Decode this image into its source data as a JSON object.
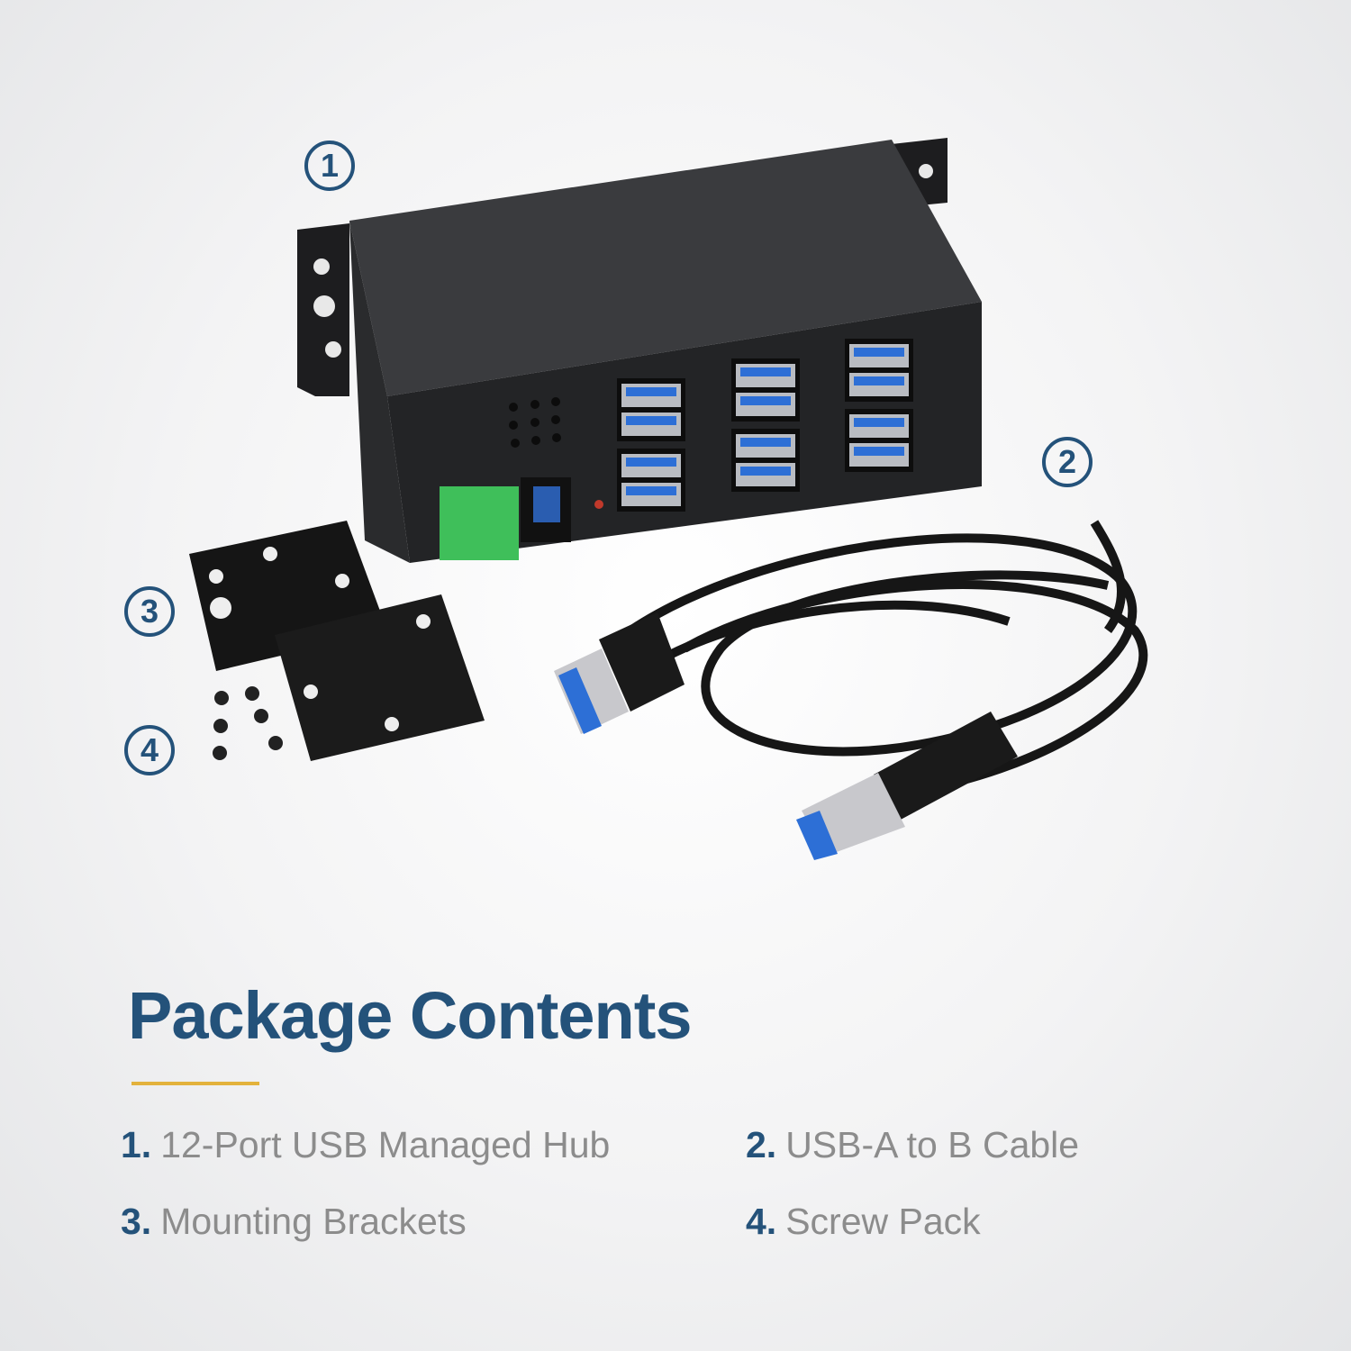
{
  "callouts": [
    "1",
    "2",
    "3",
    "4"
  ],
  "heading": "Package Contents",
  "colors": {
    "accent": "#24527a",
    "underline": "#e3b23c",
    "item_text": "#8c8c8c"
  },
  "items": [
    {
      "number": "1.",
      "label": "12-Port USB Managed Hub"
    },
    {
      "number": "2.",
      "label": "USB-A to B Cable"
    },
    {
      "number": "3.",
      "label": "Mounting Brackets"
    },
    {
      "number": "4.",
      "label": "Screw Pack"
    }
  ]
}
